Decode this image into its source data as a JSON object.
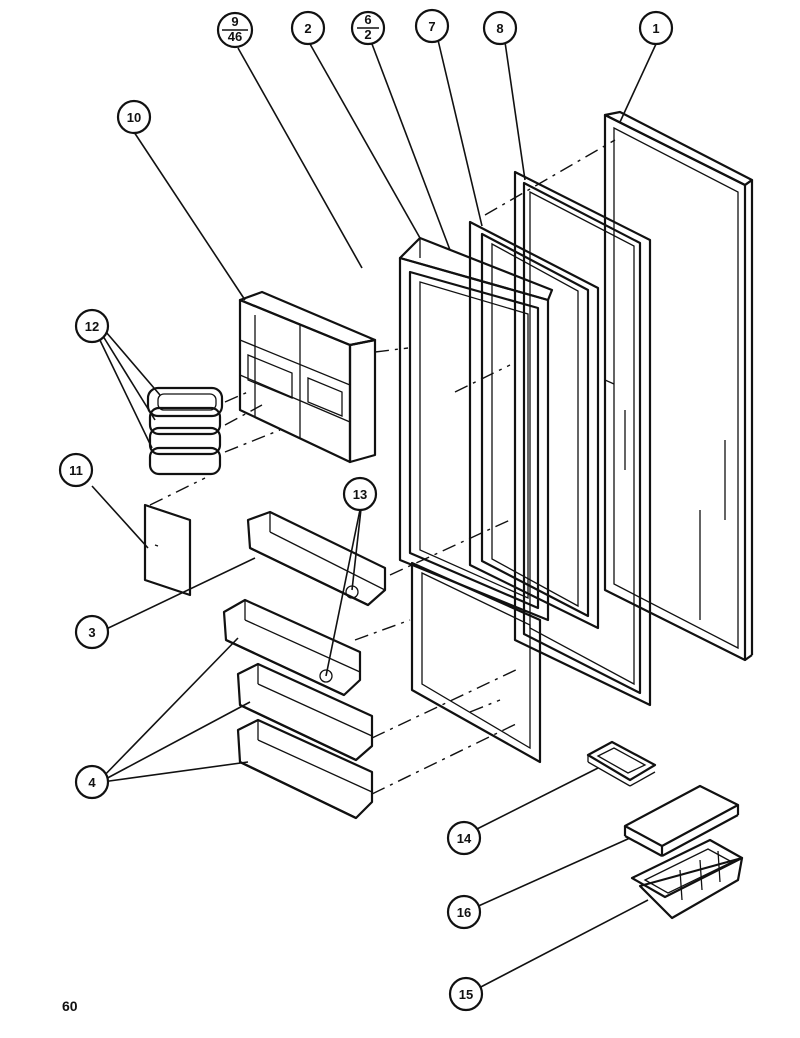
{
  "page_number": "60",
  "callouts": {
    "c1": "1",
    "c2": "2",
    "c3": "3",
    "c4": "4",
    "c7": "7",
    "c8": "8",
    "c10": "10",
    "c11": "11",
    "c12": "12",
    "c13": "13",
    "c14": "14",
    "c15": "15",
    "c16": "16",
    "c9_top": "9",
    "c9_bottom": "46",
    "c6_top": "6",
    "c6_bottom": "2"
  }
}
